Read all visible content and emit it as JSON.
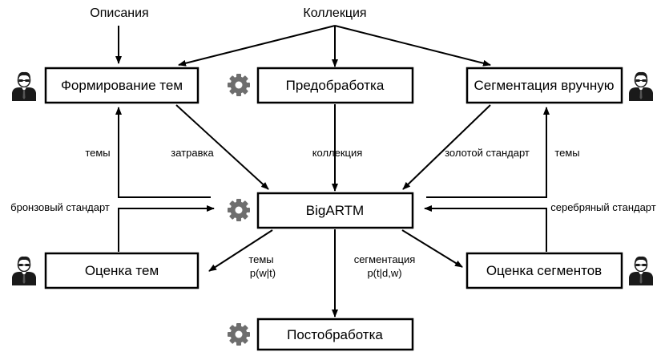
{
  "inputs": {
    "descriptions": "Описания",
    "collection": "Коллекция"
  },
  "boxes": {
    "topic_formation": "Формирование тем",
    "preprocessing": "Предобработка",
    "manual_segmentation": "Сегментация вручную",
    "bigartm": "BigARTM",
    "topic_evaluation": "Оценка тем",
    "segment_evaluation": "Оценка сегментов",
    "postprocessing": "Постобработка"
  },
  "edges": {
    "topics_left": "темы",
    "seed": "затравка",
    "collection": "коллекция",
    "gold_standard": "золотой стандарт",
    "topics_right": "темы",
    "bronze_standard": "бронзовый стандарт",
    "silver_standard": "серебряный стандарт",
    "topics_pwt_line1": "темы",
    "topics_pwt_line2": "p(w|t)",
    "segmentation_line1": "сегментация",
    "segmentation_line2": "p(t|d,w)"
  },
  "icons": {
    "person": "person-icon",
    "gear": "gear-icon"
  },
  "colors": {
    "stroke": "#000000",
    "gear": "#6e6e6e",
    "person": "#1a1a1a"
  }
}
